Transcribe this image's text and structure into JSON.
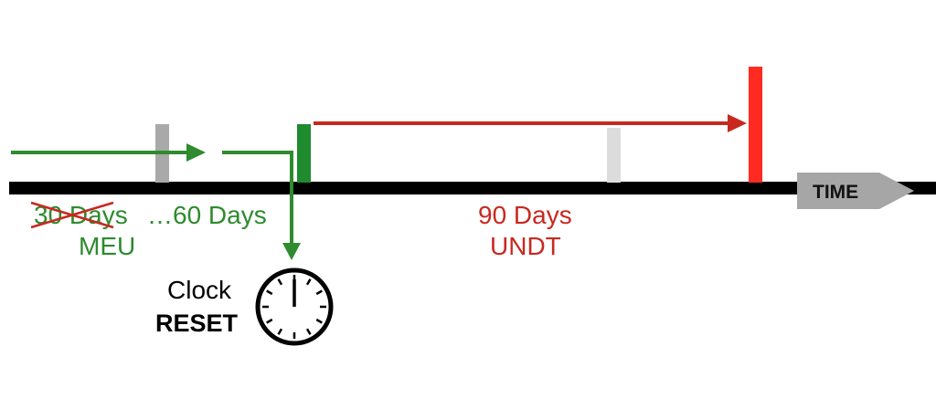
{
  "timeline": {
    "time_label": "TIME"
  },
  "labels": {
    "struck_days": "30 Days",
    "extended_days": "…60 Days",
    "meu": "MEU",
    "undt_days": "90 Days",
    "undt": "UNDT",
    "clock": "Clock",
    "reset": "RESET"
  },
  "colors": {
    "green": "#2e8b2e",
    "red": "#c8291f",
    "bright_red": "#ff2a22",
    "grey_marker": "#a9a9a9",
    "light_grey_marker": "#dcdcdc",
    "time_arrow": "#a6a6a6"
  },
  "icons": {
    "clock": "clock-icon"
  }
}
